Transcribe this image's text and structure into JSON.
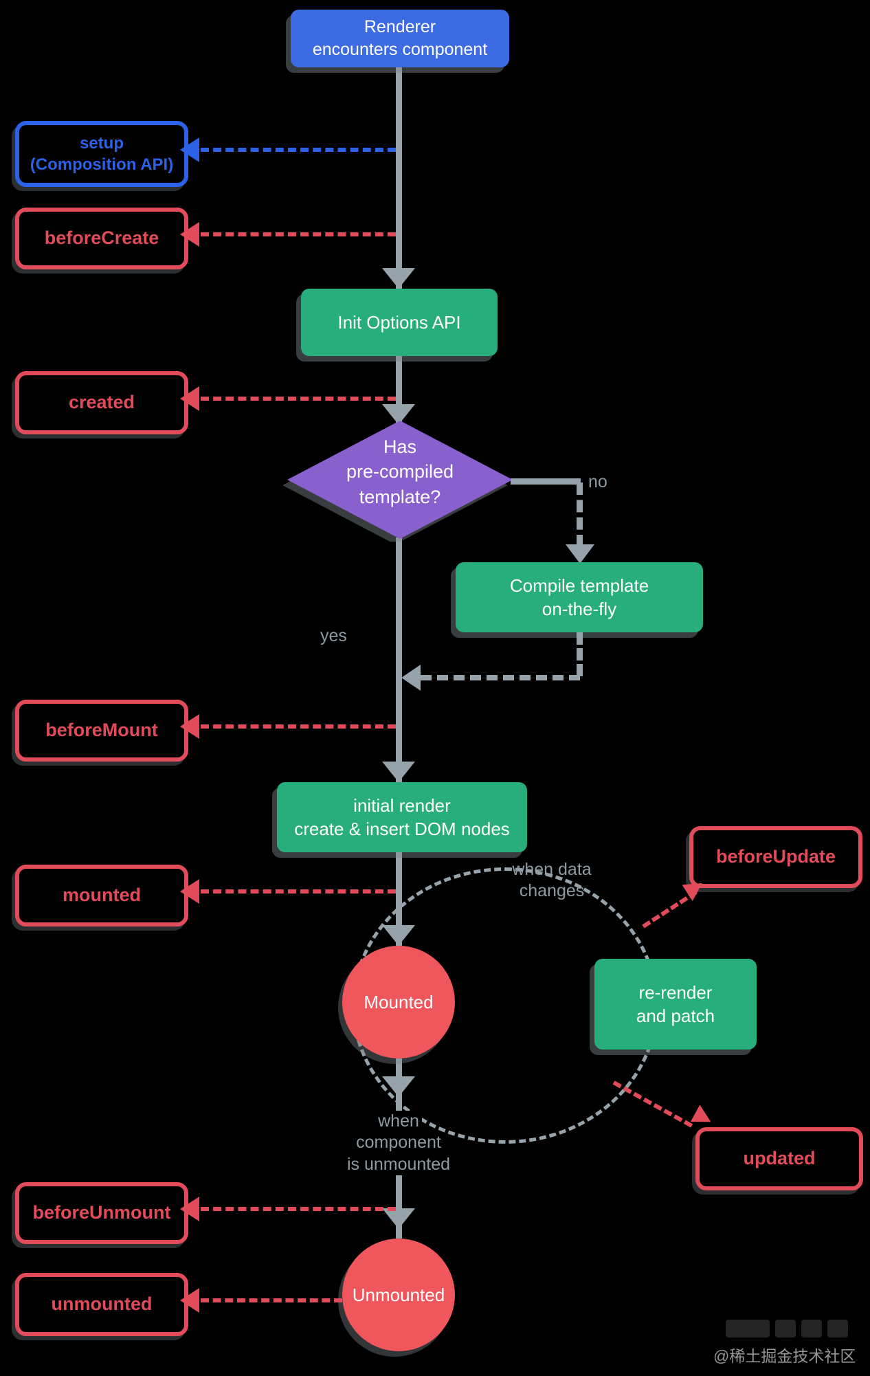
{
  "colors": {
    "background": "#000000",
    "box_blue": "#3D6BE3",
    "accent_blue": "#2B62E8",
    "box_green": "#27AE7C",
    "diamond_purple": "#8A60CE",
    "hook_red": "#E14B5A",
    "state_circle_red": "#F0575C",
    "line_gray": "#97A3AB",
    "label_gray": "#8E9AA2"
  },
  "nodes": {
    "renderer": {
      "line1": "Renderer",
      "line2": "encounters component"
    },
    "setup": {
      "line1": "setup",
      "line2": "(Composition API)"
    },
    "before_create": {
      "label": "beforeCreate"
    },
    "init_options": {
      "label": "Init Options API"
    },
    "created": {
      "label": "created"
    },
    "template_check": {
      "line1": "Has",
      "line2": "pre-compiled",
      "line3": "template?"
    },
    "compile": {
      "line1": "Compile template",
      "line2": "on-the-fly"
    },
    "before_mount": {
      "label": "beforeMount"
    },
    "initial_render": {
      "line1": "initial render",
      "line2": "create & insert DOM nodes"
    },
    "mounted_hook": {
      "label": "mounted"
    },
    "mounted_state": {
      "label": "Mounted"
    },
    "before_update": {
      "label": "beforeUpdate"
    },
    "re_render": {
      "line1": "re-render",
      "line2": "and patch"
    },
    "updated_hook": {
      "label": "updated"
    },
    "before_unmount": {
      "label": "beforeUnmount"
    },
    "unmounted_hook": {
      "label": "unmounted"
    },
    "unmounted_state": {
      "label": "Unmounted"
    }
  },
  "labels": {
    "no": "no",
    "yes": "yes",
    "when_data": {
      "line1": "when data",
      "line2": "changes"
    },
    "when_unmounted": {
      "line1": "when",
      "line2": "component",
      "line3": "is unmounted"
    },
    "watermark": "@稀土掘金技术社区"
  }
}
